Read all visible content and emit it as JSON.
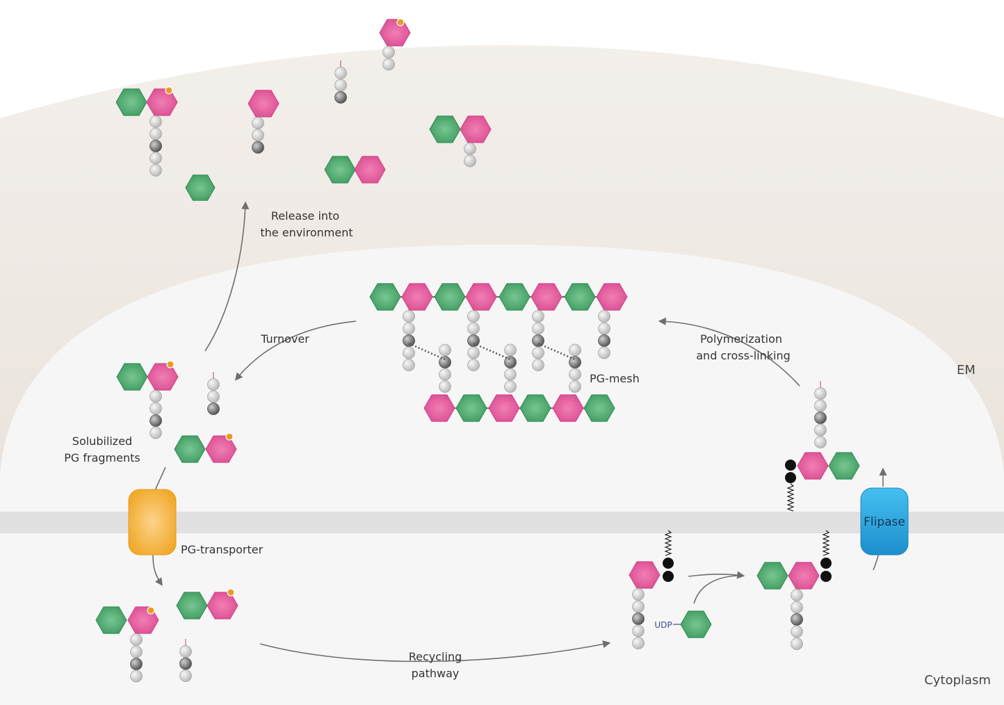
{
  "labels": {
    "release": [
      "Release into",
      "the environment"
    ],
    "turnover": "Turnover",
    "pg_mesh": "PG-mesh",
    "polymerization": [
      "Polymerization",
      "and cross-linking"
    ],
    "em": "EM",
    "solubilized": [
      "Solubilized",
      "PG fragments"
    ],
    "pg_transporter": "PG-transporter",
    "flipase": "Flipase",
    "udp": "UDP",
    "recycling": [
      "Recycling",
      "pathway"
    ],
    "cytoplasm": "Cytoplasm"
  },
  "colors": {
    "glcnac_green": "#48a66a",
    "murnac_pink": "#e8609e",
    "amino_acid_light": "#d6d6d6",
    "amino_acid_dark": "#7a7a7a",
    "phosphate_orange": "#eb9a24",
    "transporter_orange": "#f5b93e",
    "flipase_blue": "#2aa3dc",
    "environment_bg": "#e9e3dc",
    "periplasm_bg": "#f6f6f6",
    "membrane": "#e1e1e1"
  }
}
